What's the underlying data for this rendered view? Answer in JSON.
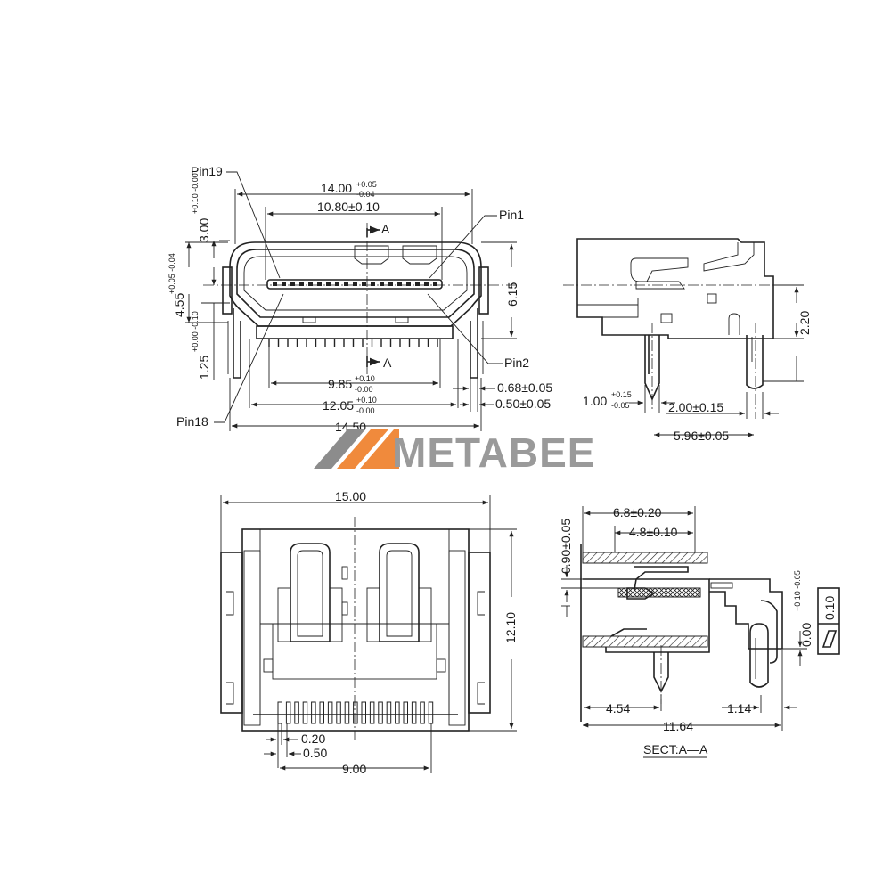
{
  "brand": {
    "logo_text": "METABEE",
    "colors": {
      "arrow_orange": "#f08a3c",
      "arrow_gray": "#8c8c8c",
      "text_gray": "#9a9a9a"
    }
  },
  "front_view": {
    "pins": {
      "pin19": "Pin19",
      "pin1": "Pin1",
      "pin18": "Pin18",
      "pin2": "Pin2"
    },
    "section_mark": "A",
    "dims": {
      "width_top": {
        "main": "14.00",
        "tol_up": "+0.05",
        "tol_dn": "-0.04"
      },
      "width_inner": "10.80±0.10",
      "height_a": {
        "main": "3.00",
        "tol": "+0.10 -0.00"
      },
      "height_b": {
        "main": "4.55",
        "tol": "+0.05 -0.04"
      },
      "height_c": {
        "main": "1.25",
        "tol": "+0.00 -0.10"
      },
      "height_total": "6.15",
      "pin_span": {
        "main": "9.85",
        "tol_up": "+0.10",
        "tol_dn": "-0.00"
      },
      "outer_span": {
        "main": "12.05",
        "tol_up": "+0.10",
        "tol_dn": "-0.00"
      },
      "leg_gap": "0.68±0.05",
      "leg_thick": "0.50±0.05",
      "overall": "14.50"
    }
  },
  "side_view": {
    "dims": {
      "height": "2.20",
      "leg_width": {
        "main": "1.00",
        "tol_up": "+0.15",
        "tol_dn": "-0.05"
      },
      "leg_pitch": "2.00±0.15",
      "leg_span": "5.96±0.05"
    }
  },
  "bottom_view": {
    "dims": {
      "width": "15.00",
      "depth": "12.10",
      "pin_width": "0.20",
      "pin_pitch": "0.50",
      "pin_span": "9.00"
    }
  },
  "section_view": {
    "dims": {
      "depth_a": "6.8±0.20",
      "depth_b": "4.8±0.10",
      "height": "0.90±0.05",
      "offset": {
        "main": "0.00",
        "tol": "+0.10 -0.05"
      },
      "flatness_value": "0.10",
      "pos_a": "4.54",
      "length": "11.64",
      "tab": "1.14"
    },
    "caption": "SECT:A—A"
  }
}
